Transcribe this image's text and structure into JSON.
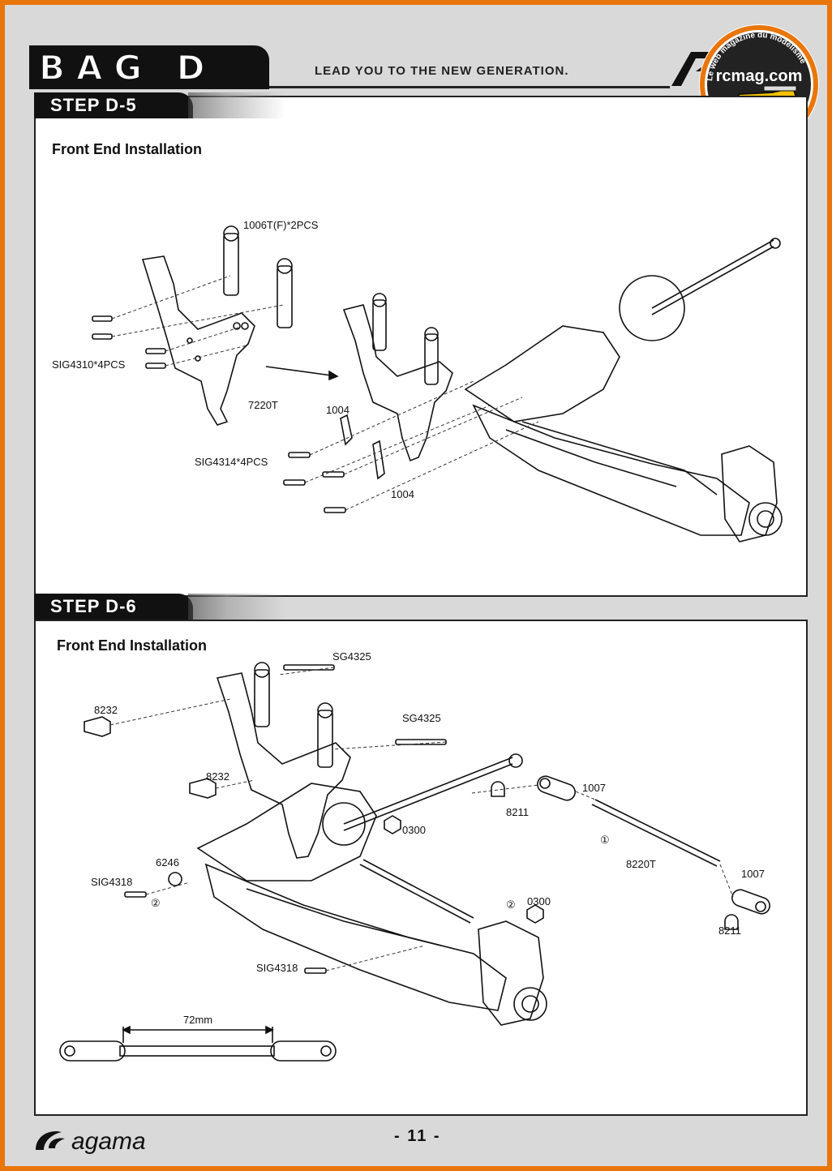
{
  "header": {
    "section_title": "BAG D",
    "tagline": "LEAD YOU TO THE NEW GENERATION.",
    "logo_icon": "agama-emblem-icon"
  },
  "watermark": {
    "site": "rcmag.com",
    "slogan": "Le web magazine du modelisme",
    "colors": {
      "ring": "#e8760a",
      "fill": "#1a1a1a",
      "text": "#ffffff",
      "car": "#f2c200"
    }
  },
  "steps": [
    {
      "label": "STEP D-5",
      "title": "Front End Installation",
      "callouts": {
        "body_posts": "1006T(F)*2PCS",
        "screws_a": "SIG4310*4PCS",
        "tower": "7220T",
        "ball_link_top": "1004",
        "screws_b": "SIG4314*4PCS",
        "ball_link_bottom": "1004"
      }
    },
    {
      "label": "STEP D-6",
      "title": "Front End Installation",
      "callouts": {
        "screw_top": "SG4325",
        "ball_stud_top": "8232",
        "screw_mid": "SG4325",
        "ball_stud_mid": "8232",
        "rod_end_top": "1007",
        "pivot_ball_top": "8211",
        "nut_top": "0300",
        "step_marker_1": "①",
        "turnbuckle": "8220T",
        "spacer": "6246",
        "screw_left": "SIG4318",
        "step_marker_2a": "②",
        "rod_end_bottom": "1007",
        "step_marker_2b": "②",
        "nut_bottom": "0300",
        "pivot_ball_bottom": "8211",
        "screw_bottom": "SIG4318",
        "turnbuckle_length": "72mm"
      }
    }
  ],
  "footer": {
    "brand": "agama",
    "page_number": "- 11 -"
  }
}
